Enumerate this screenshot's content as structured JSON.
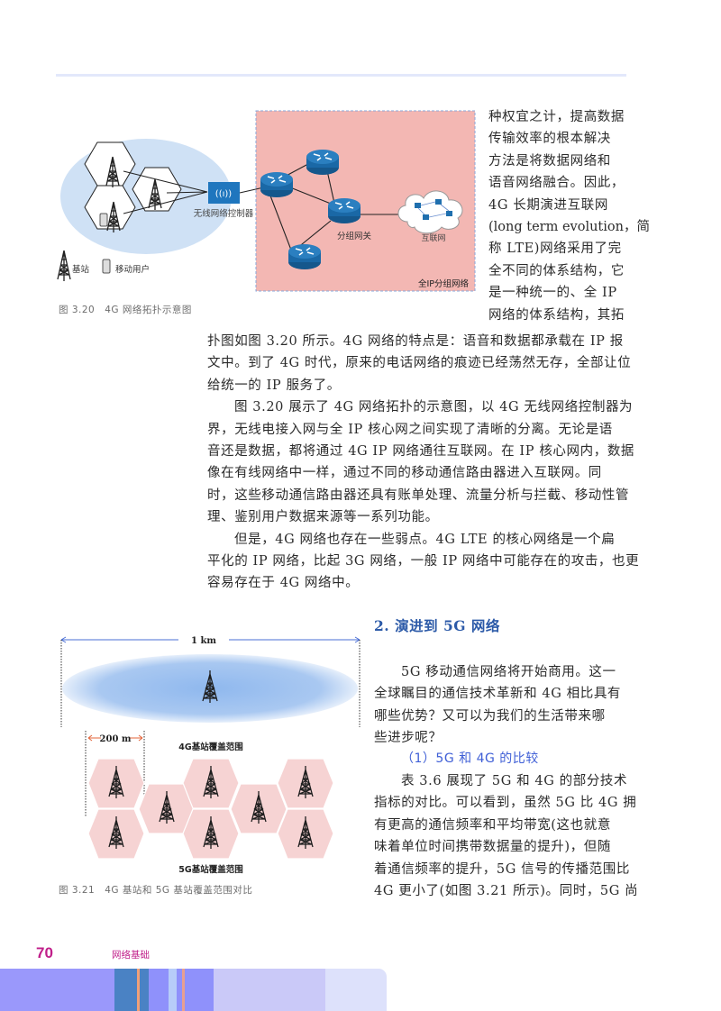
{
  "page": {
    "number": "70",
    "chapter": "网络基础"
  },
  "figure_3_20": {
    "caption": "图 3.20　4G 网络拓扑示意图",
    "labels": {
      "controller": "无线网络控制器",
      "gateway": "分组网关",
      "internet": "互联网",
      "core_network": "全IP分组网络",
      "legend_base_station": "基站",
      "legend_mobile_user": "移动用户"
    },
    "colors": {
      "radio_area": "#cfe1f5",
      "core_area": "#f3b7b3",
      "router": "#1f6fae"
    }
  },
  "side_paragraph": {
    "lines": [
      "种权宜之计，提高数据",
      "传输效率的根本解决",
      "方法是将数据网络和",
      "语音网络融合。因此，",
      "4G 长期演进互联网",
      "(long term evolution，简",
      "称 LTE)网络采用了完",
      "全不同的体系结构，它",
      "是一种统一的、全 IP",
      "网络的体系结构，其拓"
    ]
  },
  "main_paragraphs": {
    "lines": [
      {
        "text": "扑图如图 3.20 所示。4G 网络的特点是：语音和数据都承载在 IP 报",
        "indent": false
      },
      {
        "text": "文中。到了 4G 时代，原来的电话网络的痕迹已经荡然无存，全部让位",
        "indent": false
      },
      {
        "text": "给统一的 IP 服务了。",
        "indent": false
      },
      {
        "text": "图 3.20 展示了 4G 网络拓扑的示意图，以 4G 无线网络控制器为",
        "indent": true
      },
      {
        "text": "界，无线电接入网与全 IP 核心网之间实现了清晰的分离。无论是语",
        "indent": false
      },
      {
        "text": "音还是数据，都将通过 4G IP 网络通往互联网。在 IP 核心网内，数据",
        "indent": false
      },
      {
        "text": "像在有线网络中一样，通过不同的移动通信路由器进入互联网。同",
        "indent": false
      },
      {
        "text": "时，这些移动通信路由器还具有账单处理、流量分析与拦截、移动性管",
        "indent": false
      },
      {
        "text": "理、鉴别用户数据来源等一系列功能。",
        "indent": false
      },
      {
        "text": "但是，4G 网络也存在一些弱点。4G LTE 的核心网络是一个扁",
        "indent": true
      },
      {
        "text": "平化的 IP 网络，比起 3G 网络，一般 IP 网络中可能存在的攻击，也更",
        "indent": false
      },
      {
        "text": "容易存在于 4G 网络中。",
        "indent": false
      }
    ]
  },
  "section": {
    "title": "2. 演进到 5G 网络",
    "intro_lines": [
      {
        "text": "5G 移动通信网络将开始商用。这一",
        "indent": true
      },
      {
        "text": "全球瞩目的通信技术革新和 4G 相比具有",
        "indent": false
      },
      {
        "text": "哪些优势？又可以为我们的生活带来哪",
        "indent": false
      },
      {
        "text": "些进步呢？",
        "indent": false
      }
    ],
    "subsection_title": "（1）5G 和 4G 的比较",
    "compare_lines": [
      {
        "text": "表 3.6 展现了 5G 和 4G 的部分技术",
        "indent": true
      },
      {
        "text": "指标的对比。可以看到，虽然 5G 比 4G 拥",
        "indent": false
      },
      {
        "text": "有更高的通信频率和平均带宽(这也就意",
        "indent": false
      },
      {
        "text": "味着单位时间携带数据量的提升)，但随",
        "indent": false
      },
      {
        "text": "着通信频率的提升，5G 信号的传播范围比",
        "indent": false
      },
      {
        "text": "4G 更小了(如图 3.21 所示)。同时，5G 尚",
        "indent": false
      }
    ]
  },
  "figure_3_21": {
    "caption": "图 3.21　4G 基站和 5G 基站覆盖范围对比",
    "labels": {
      "distance_4g": "1 km",
      "distance_5g": "200 m",
      "coverage_4g": "4G基站覆盖范围",
      "coverage_5g": "5G基站覆盖范围"
    },
    "colors": {
      "ellipse_center": "#8fb8ee",
      "hexagon": "#f6d3d3",
      "arrow_4g": "#4a6fd6",
      "arrow_5g": "#e3643a"
    }
  },
  "footer_band": {
    "colors": [
      "#9a98fb",
      "#4a82c4",
      "#f0a078",
      "#8f91fb",
      "#b7cdf9",
      "#cac9f8",
      "#dde1fb"
    ]
  }
}
